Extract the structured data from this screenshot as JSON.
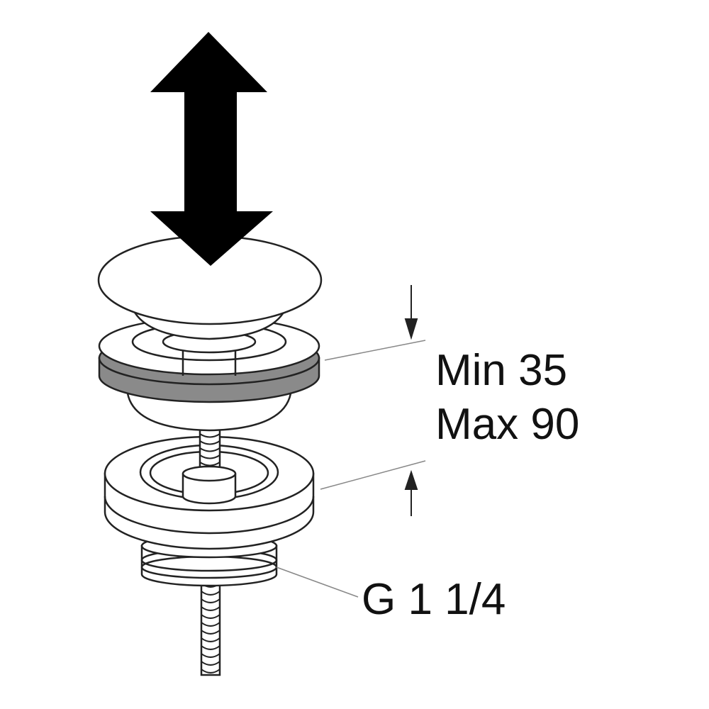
{
  "labels": {
    "min": "Min 35",
    "max": "Max 90",
    "thread": "G 1 1/4"
  },
  "icons": {
    "movement": "double-arrow-vertical-icon"
  },
  "colors": {
    "stroke": "#222222",
    "arrow": "#000000",
    "gasket": "#8a8a8a",
    "fill": "#ffffff",
    "leader": "#888888"
  }
}
